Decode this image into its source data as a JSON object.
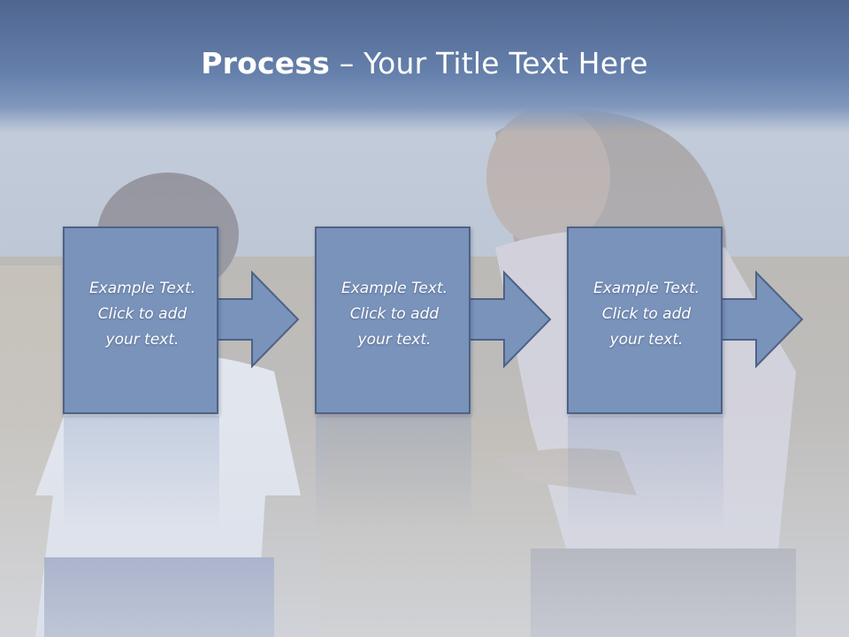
{
  "title": {
    "bold": "Process",
    "rest": " – Your Title Text Here"
  },
  "steps": [
    {
      "text": "Example Text.\nClick  to add\nyour text."
    },
    {
      "text": "Example Text.\nClick  to add\nyour text."
    },
    {
      "text": "Example Text.\nClick  to add\nyour text."
    }
  ],
  "colors": {
    "box_fill": "#7a93bb",
    "box_border": "#4e6286",
    "header": "#5a739e"
  }
}
